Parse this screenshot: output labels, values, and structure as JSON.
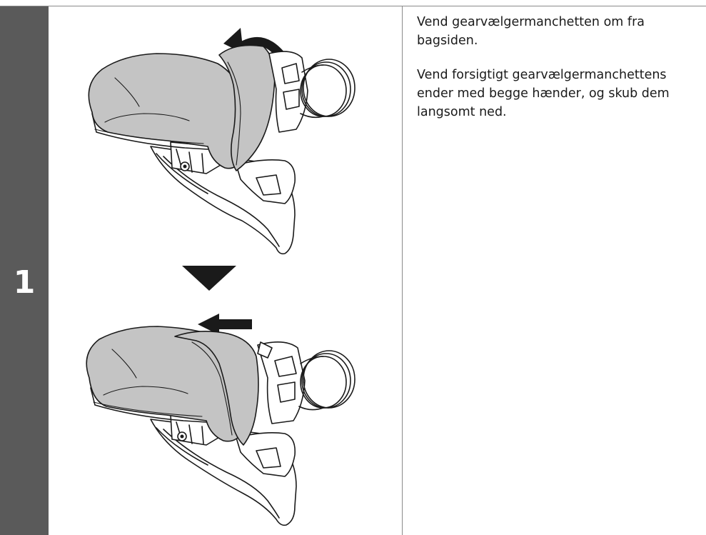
{
  "step": {
    "number": "1"
  },
  "instructions": {
    "para1": "Vend gearvælgermanchetten om fra bagsiden.",
    "para2": "Vend forsigtigt gearvælgermanchettens ender med begge hænder, og skub dem langsomt ned."
  },
  "colors": {
    "step_bar": "#5a5a5a",
    "hood_fill": "#c4c4c4",
    "line": "#1a1a1a",
    "divider": "#8a8a8a"
  },
  "illustration": {
    "icons": [
      "curved-arrow-icon",
      "down-triangle-icon",
      "left-arrow-icon"
    ]
  }
}
